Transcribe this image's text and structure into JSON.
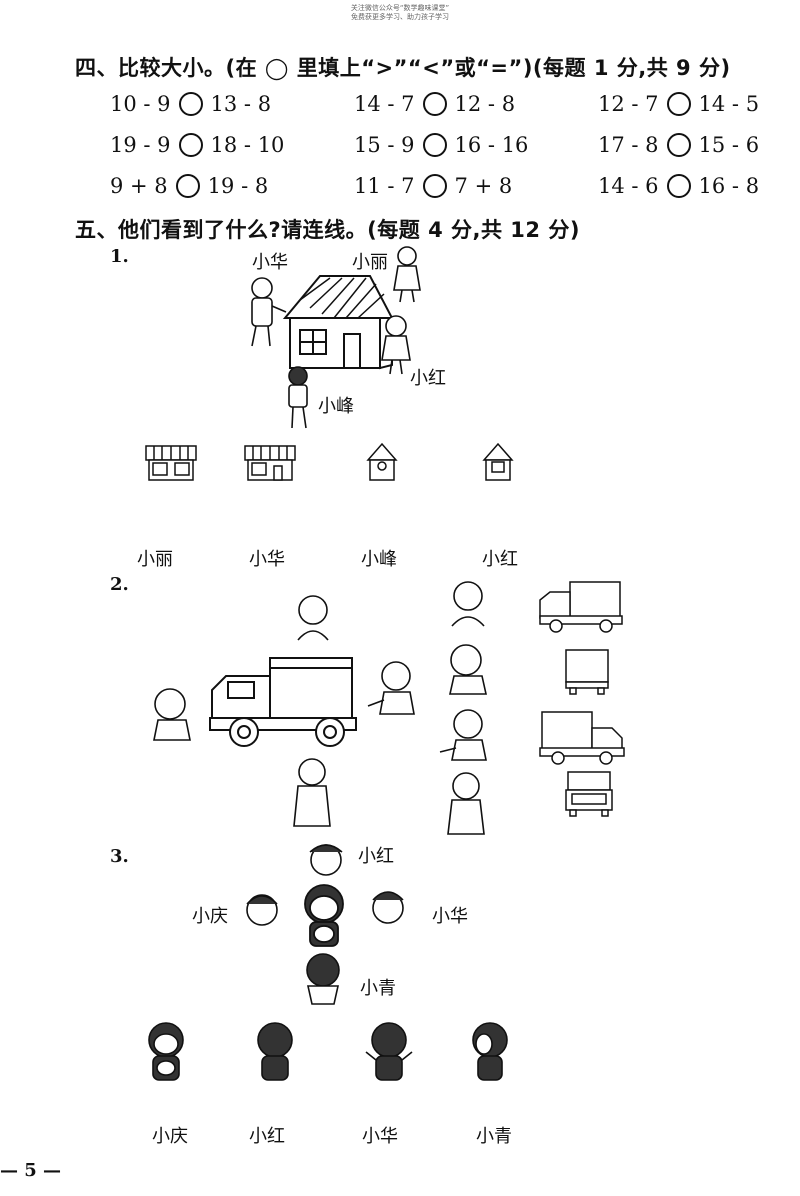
{
  "watermark": [
    "关注微信公众号“数学趣味课堂”",
    "免费获更多学习、助力孩子学习"
  ],
  "section4": {
    "title": "四、比较大小。(在 ◯ 里填上“>”“<”或“=”)(每题 1 分,共 9 分)",
    "rows": [
      [
        [
          "10 - 9",
          "13 - 8"
        ],
        [
          "14 - 7",
          "12 - 8"
        ],
        [
          "12 - 7",
          "14 - 5"
        ]
      ],
      [
        [
          "19 - 9",
          "18 - 10"
        ],
        [
          "15 - 9",
          "16 - 16"
        ],
        [
          "17 - 8",
          "15 - 6"
        ]
      ],
      [
        [
          "9 + 8",
          "19 - 8"
        ],
        [
          "11 - 7",
          "7 + 8"
        ],
        [
          "14 - 6",
          "16 - 8"
        ]
      ]
    ]
  },
  "section5": {
    "title": "五、他们看到了什么?请连线。(每题 4 分,共 12 分)",
    "q1": {
      "num": "1.",
      "names": {
        "xiaohua": "小华",
        "xiaoli": "小丽",
        "xiaohong": "小红",
        "xiaofeng": "小峰"
      },
      "bottom": [
        "小丽",
        "小华",
        "小峰",
        "小红"
      ]
    },
    "q2": {
      "num": "2."
    },
    "q3": {
      "num": "3.",
      "names": {
        "xiaohong": "小红",
        "xiaoqing_left": "小庆",
        "xiaohua": "小华",
        "xiaoqing": "小青"
      },
      "bottom": [
        "小庆",
        "小红",
        "小华",
        "小青"
      ]
    }
  },
  "page_number": "— 5 —"
}
